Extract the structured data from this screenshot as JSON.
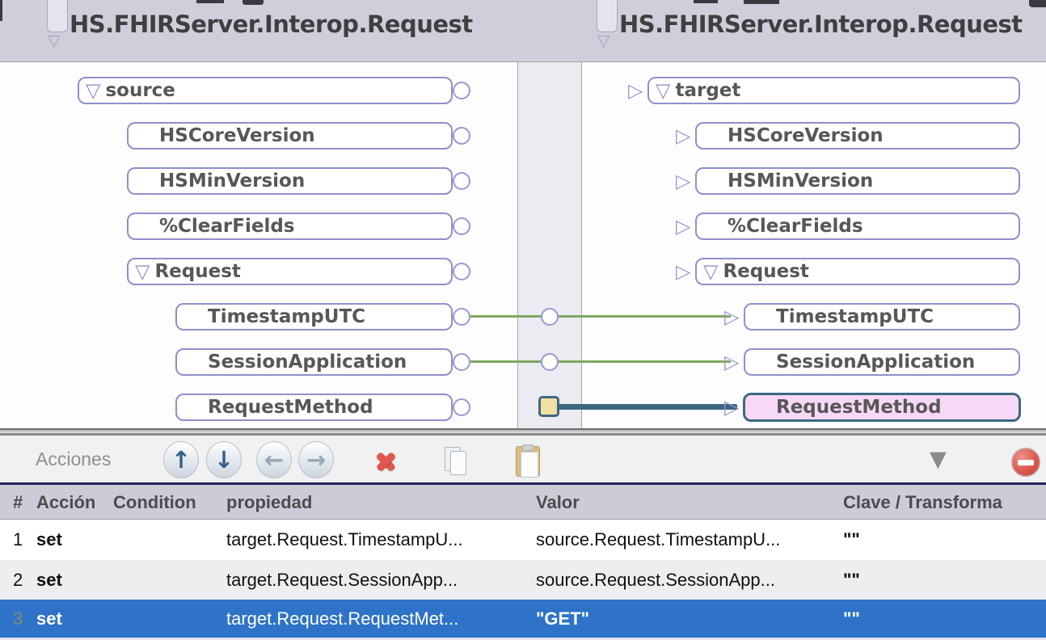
{
  "header": {
    "left_class": "HS.FHIRServer.Interop.Request",
    "right_class": "HS.FHIRServer.Interop.Request"
  },
  "icons": {
    "expander_open": "▽",
    "port_triangle": "▷",
    "spinner_down": "▽",
    "arrow_up": "↑",
    "arrow_down": "↓",
    "arrow_left": "←",
    "arrow_right": "→",
    "filter": "▼"
  },
  "source_panel": {
    "nodes": [
      {
        "label": "source",
        "expanded": true,
        "level": 0
      },
      {
        "label": "HSCoreVersion",
        "level": 1
      },
      {
        "label": "HSMinVersion",
        "level": 1
      },
      {
        "label": "%ClearFields",
        "level": 1
      },
      {
        "label": "Request",
        "expanded": true,
        "level": 1
      },
      {
        "label": "TimestampUTC",
        "level": 2
      },
      {
        "label": "SessionApplication",
        "level": 2
      },
      {
        "label": "RequestMethod",
        "level": 2
      }
    ]
  },
  "target_panel": {
    "nodes": [
      {
        "label": "target",
        "expanded": true,
        "level": 0
      },
      {
        "label": "HSCoreVersion",
        "level": 1
      },
      {
        "label": "HSMinVersion",
        "level": 1
      },
      {
        "label": "%ClearFields",
        "level": 1
      },
      {
        "label": "Request",
        "expanded": true,
        "level": 1
      },
      {
        "label": "TimestampUTC",
        "level": 2
      },
      {
        "label": "SessionApplication",
        "level": 2
      },
      {
        "label": "RequestMethod",
        "level": 2,
        "selected": true
      }
    ]
  },
  "connections": [
    {
      "from": "source.Request.TimestampUTC",
      "to": "target.Request.TimestampUTC",
      "type": "copy"
    },
    {
      "from": "source.Request.SessionApplication",
      "to": "target.Request.SessionApplication",
      "type": "copy"
    },
    {
      "to": "target.Request.RequestMethod",
      "type": "constant",
      "selected": true
    }
  ],
  "toolbar": {
    "title": "Acciones",
    "icons": [
      "move-up",
      "move-down",
      "move-left",
      "move-right",
      "delete",
      "copy",
      "paste",
      "filter",
      "remove"
    ]
  },
  "table": {
    "headers": [
      "#",
      "Acción",
      "Condition",
      "propiedad",
      "Valor",
      "Clave / Transforma"
    ],
    "rows": [
      {
        "num": "1",
        "accion": "set",
        "condition": "",
        "propiedad": "target.Request.TimestampU...",
        "valor": "source.Request.TimestampU...",
        "clave": "\"\""
      },
      {
        "num": "2",
        "accion": "set",
        "condition": "",
        "propiedad": "target.Request.SessionApp...",
        "valor": "source.Request.SessionApp...",
        "clave": "\"\""
      },
      {
        "num": "3",
        "accion": "set",
        "condition": "",
        "propiedad": "target.Request.RequestMet...",
        "valor": "\"GET\"",
        "clave": "\"\"",
        "selected": true
      }
    ]
  },
  "colors": {
    "selection_blue": "#2e73c8",
    "node_border": "#8f8fcc",
    "connection_green": "#7fa861",
    "connection_teal": "#3c687f",
    "selected_node_pink": "#f7d9f7",
    "constant_port_yellow": "#f2dfa2",
    "header_bg": "#cfcfdc",
    "delete_red": "#e0574e"
  }
}
